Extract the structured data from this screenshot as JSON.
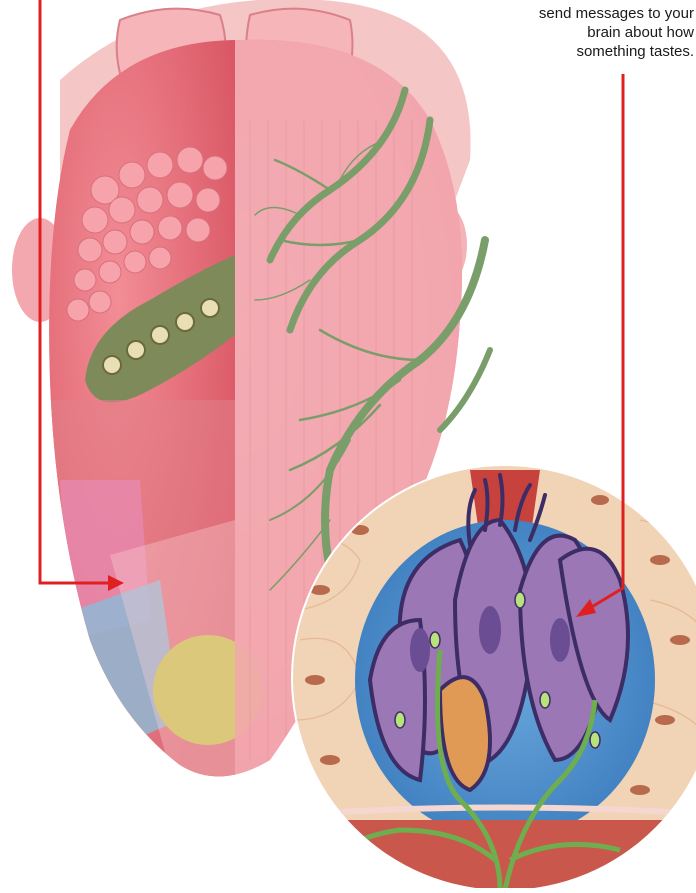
{
  "caption": {
    "lines": [
      "send messages to your",
      "brain about how",
      "something tastes."
    ]
  },
  "colors": {
    "leader_line": "#e02020",
    "tongue": "#f2a6ad",
    "nerve": "#7a9e6a",
    "taste_bud_cells": "#9b77b5",
    "taste_bud_outer": "#4f8fcf"
  },
  "icons": {
    "left_arrow": "arrow-right",
    "right_arrow": "arrow-down-left"
  }
}
